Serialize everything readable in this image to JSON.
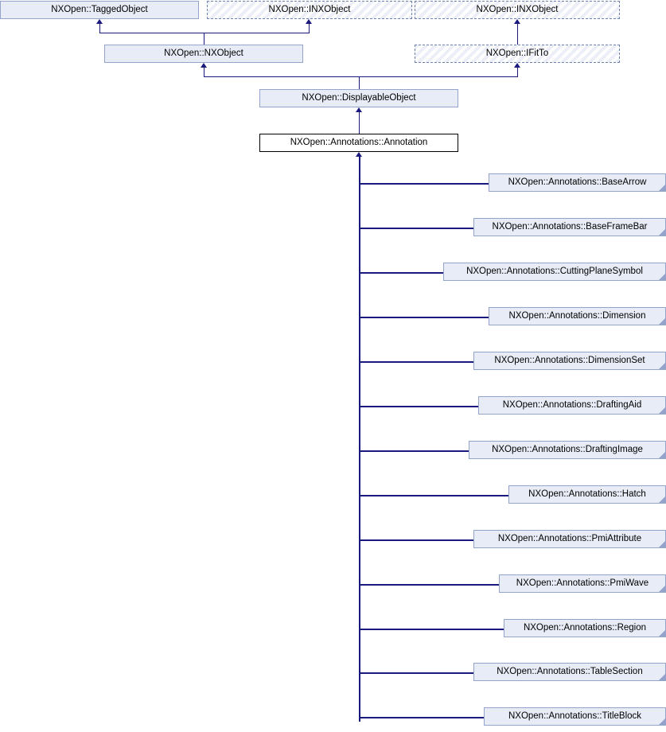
{
  "diagram": {
    "type": "class-inheritance-graph",
    "title": "NXOpen::Annotations::Annotation inheritance diagram",
    "colors": {
      "class_fill": "#e8ecf6",
      "class_border": "#93a3ca",
      "focus_fill": "#ffffff",
      "focus_border": "#000000",
      "interface_border": "#6d80ae",
      "edge": "#1a1a7e",
      "background": "#ffffff"
    }
  },
  "nodes": {
    "tagged_object": {
      "label": "NXOpen::TaggedObject",
      "kind": "class"
    },
    "inxobject_left": {
      "label": "NXOpen::INXObject",
      "kind": "interface"
    },
    "inxobject_right": {
      "label": "NXOpen::INXObject",
      "kind": "interface"
    },
    "ifitto": {
      "label": "NXOpen::IFitTo",
      "kind": "interface"
    },
    "nxobject": {
      "label": "NXOpen::NXObject",
      "kind": "class"
    },
    "displayable_object": {
      "label": "NXOpen::DisplayableObject",
      "kind": "class"
    },
    "annotation": {
      "label": "NXOpen::Annotations::Annotation",
      "kind": "focus"
    }
  },
  "derived": [
    {
      "label": "NXOpen::Annotations::BaseArrow"
    },
    {
      "label": "NXOpen::Annotations::BaseFrameBar"
    },
    {
      "label": "NXOpen::Annotations::CuttingPlaneSymbol"
    },
    {
      "label": "NXOpen::Annotations::Dimension"
    },
    {
      "label": "NXOpen::Annotations::DimensionSet"
    },
    {
      "label": "NXOpen::Annotations::DraftingAid"
    },
    {
      "label": "NXOpen::Annotations::DraftingImage"
    },
    {
      "label": "NXOpen::Annotations::Hatch"
    },
    {
      "label": "NXOpen::Annotations::PmiAttribute"
    },
    {
      "label": "NXOpen::Annotations::PmiWave"
    },
    {
      "label": "NXOpen::Annotations::Region"
    },
    {
      "label": "NXOpen::Annotations::TableSection"
    },
    {
      "label": "NXOpen::Annotations::TitleBlock"
    }
  ]
}
